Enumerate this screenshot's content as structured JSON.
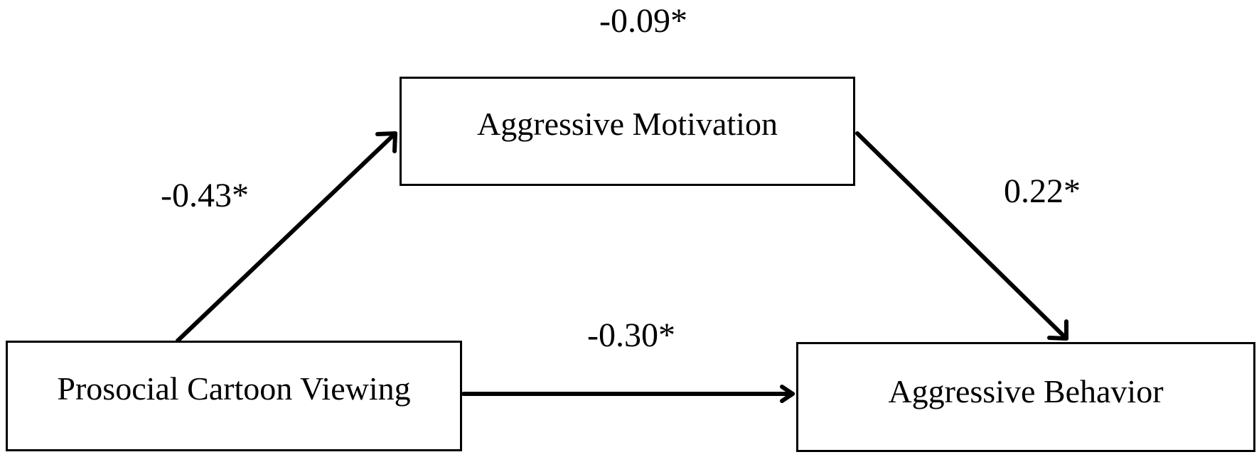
{
  "nodes": {
    "mediator": "Aggressive Motivation",
    "predictor": "Prosocial Cartoon Viewing",
    "outcome": "Aggressive Behavior"
  },
  "paths": {
    "indirect_effect": "-0.09*",
    "a_path": "-0.43*",
    "b_path": "0.22*",
    "c_path": "-0.30*"
  },
  "colors": {
    "line": "#000000",
    "background": "#ffffff"
  }
}
